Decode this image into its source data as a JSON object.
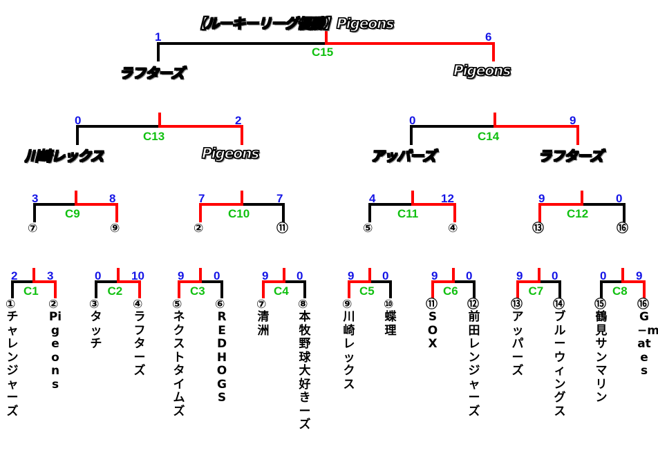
{
  "title": "【ルーキーリーグ優勝】Pigeons",
  "colors": {
    "winner_line": "#ff0000",
    "loser_line": "#000000",
    "score": "#1414e6",
    "match_code": "#10c010"
  },
  "final": {
    "code": "C15",
    "left": {
      "name": "ラフターズ",
      "score": "1"
    },
    "right": {
      "name": "Pigeons",
      "score": "6"
    },
    "winner": "right"
  },
  "semifinals": [
    {
      "code": "C13",
      "left": {
        "name": "川崎レックス",
        "score": "0"
      },
      "right": {
        "name": "Pigeons",
        "score": "2"
      },
      "winner": "right"
    },
    {
      "code": "C14",
      "left": {
        "name": "アッパーズ",
        "score": "0"
      },
      "right": {
        "name": "ラフターズ",
        "score": "9"
      },
      "winner": "right"
    }
  ],
  "quarterfinals": [
    {
      "code": "C9",
      "left": {
        "seed": "⑦",
        "score": "3"
      },
      "right": {
        "seed": "⑨",
        "score": "8"
      },
      "winner": "right"
    },
    {
      "code": "C10",
      "left": {
        "seed": "②",
        "score": "7"
      },
      "right": {
        "seed": "⑪",
        "score": "7"
      },
      "winner": "left"
    },
    {
      "code": "C11",
      "left": {
        "seed": "⑤",
        "score": "4"
      },
      "right": {
        "seed": "④",
        "score": "12"
      },
      "winner": "right"
    },
    {
      "code": "C12",
      "left": {
        "seed": "⑬",
        "score": "9"
      },
      "right": {
        "seed": "⑯",
        "score": "0"
      },
      "winner": "left"
    }
  ],
  "first_round": [
    {
      "code": "C1",
      "left": {
        "seed": "①",
        "name": "チャレンジャーズ",
        "score": "2"
      },
      "right": {
        "seed": "②",
        "name": "Pigeons",
        "score": "3"
      },
      "winner": "right"
    },
    {
      "code": "C2",
      "left": {
        "seed": "③",
        "name": "タッチ",
        "score": "0"
      },
      "right": {
        "seed": "④",
        "name": "ラフターズ",
        "score": "10"
      },
      "winner": "right"
    },
    {
      "code": "C3",
      "left": {
        "seed": "⑤",
        "name": "ネクストタイムズ",
        "score": "9"
      },
      "right": {
        "seed": "⑥",
        "name": "RED HOGS",
        "score": "0"
      },
      "winner": "left"
    },
    {
      "code": "C4",
      "left": {
        "seed": "⑦",
        "name": "清洲",
        "score": "9"
      },
      "right": {
        "seed": "⑧",
        "name": "本牧野球大好きーズ",
        "score": "0"
      },
      "winner": "left"
    },
    {
      "code": "C5",
      "left": {
        "seed": "⑨",
        "name": "川崎レックス",
        "score": "9"
      },
      "right": {
        "seed": "⑩",
        "name": "蝶理",
        "score": "0"
      },
      "winner": "left"
    },
    {
      "code": "C6",
      "left": {
        "seed": "⑪",
        "name": "SOX",
        "score": "9"
      },
      "right": {
        "seed": "⑫",
        "name": "前田レンジャーズ",
        "score": "0"
      },
      "winner": "left"
    },
    {
      "code": "C7",
      "left": {
        "seed": "⑬",
        "name": "アッパーズ",
        "score": "9"
      },
      "right": {
        "seed": "⑭",
        "name": "ブルーウィングス",
        "score": "0"
      },
      "winner": "left"
    },
    {
      "code": "C8",
      "left": {
        "seed": "⑮",
        "name": "鶴見サンマリン",
        "score": "0"
      },
      "right": {
        "seed": "⑯",
        "name": "G−mates",
        "score": "9"
      },
      "winner": "right"
    }
  ]
}
